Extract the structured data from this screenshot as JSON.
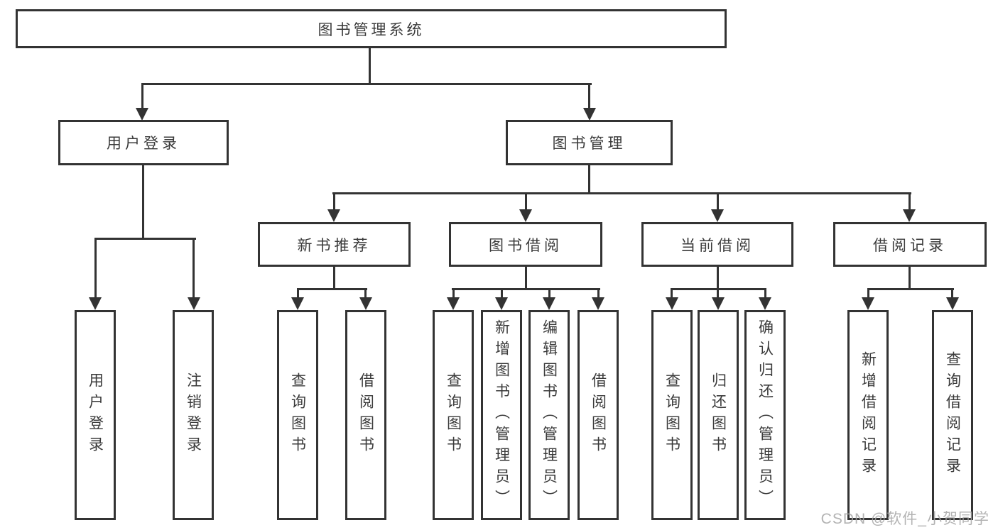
{
  "diagram": {
    "root": {
      "label": "图书管理系统"
    },
    "branches": [
      {
        "label": "用户登录",
        "children": [
          {
            "label": "用户登录"
          },
          {
            "label": "注销登录"
          }
        ]
      },
      {
        "label": "图书管理",
        "children": [
          {
            "label": "新书推荐",
            "children": [
              {
                "label": "查询图书"
              },
              {
                "label": "借阅图书"
              }
            ]
          },
          {
            "label": "图书借阅",
            "children": [
              {
                "label": "查询图书"
              },
              {
                "label": "新增图书（管理员）"
              },
              {
                "label": "编辑图书（管理员）"
              },
              {
                "label": "借阅图书"
              }
            ]
          },
          {
            "label": "当前借阅",
            "children": [
              {
                "label": "查询图书"
              },
              {
                "label": "归还图书"
              },
              {
                "label": "确认归还（管理员）"
              }
            ]
          },
          {
            "label": "借阅记录",
            "children": [
              {
                "label": "新增借阅记录"
              },
              {
                "label": "查询借阅记录"
              }
            ]
          }
        ]
      }
    ]
  },
  "watermark": {
    "label": "CSDN @软件_小贺同学"
  },
  "colors": {
    "line": "#333333",
    "text": "#3a3a3a",
    "watermark": "#a6a6a6",
    "background": "#ffffff"
  }
}
